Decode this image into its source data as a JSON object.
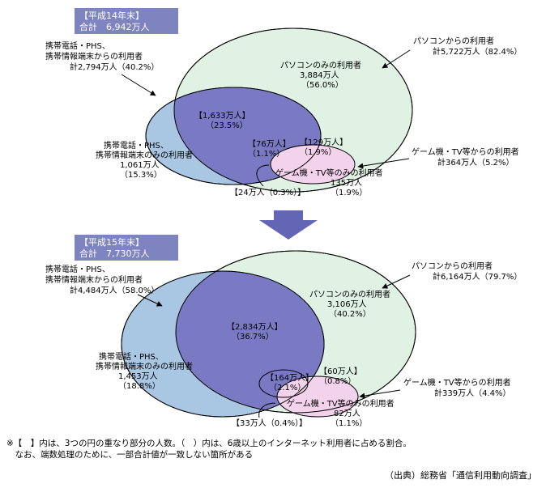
{
  "panels": [
    {
      "header": {
        "year": "【平成14年末】",
        "total": "合計　6,942万人"
      },
      "pc_total": {
        "line1": "パソコンからの利用者",
        "line2": "計5,722万人（82.4%）"
      },
      "pc_only": {
        "line1": "パソコンのみの利用者",
        "line2": "3,884万人",
        "line3": "（56.0%）"
      },
      "mobile_total": {
        "line1": "携帯電話・PHS、",
        "line2": "携帯情報端末からの利用者",
        "line3": "計2,794万人（40.2%）"
      },
      "mobile_only": {
        "line1": "携帯電話・PHS、",
        "line2": "携帯情報端末のみの利用者",
        "line3": "1,061万人",
        "line4": "（15.3%）"
      },
      "pc_mobile": {
        "line1": "【1,633万人】",
        "line2": "（23.5%）"
      },
      "triple": {
        "line1": "【76万人】",
        "line2": "（1.1%）"
      },
      "pc_game": {
        "line1": "【129万人】",
        "line2": "（1.9%）"
      },
      "game_total": {
        "line1": "ゲーム機・TV等からの利用者",
        "line2": "計364万人（5.2%）"
      },
      "game_only": {
        "line1": "ゲーム機・TV等のみの利用者",
        "line2": "135万人",
        "line3": "（1.9%）"
      },
      "mobile_game": {
        "line1": "【24万人（0.3%）】"
      }
    },
    {
      "header": {
        "year": "【平成15年末】",
        "total": "合計　7,730万人"
      },
      "pc_total": {
        "line1": "パソコンからの利用者",
        "line2": "計6,164万人（79.7%）"
      },
      "pc_only": {
        "line1": "パソコンのみの利用者",
        "line2": "3,106万人",
        "line3": "（40.2%）"
      },
      "mobile_total": {
        "line1": "携帯電話・PHS、",
        "line2": "携帯情報端末からの利用者",
        "line3": "計4,484万人（58.0%）"
      },
      "mobile_only": {
        "line1": "携帯電話・PHS、",
        "line2": "携帯情報端末のみの利用者",
        "line3": "1,453万人",
        "line4": "（18.8%）"
      },
      "pc_mobile": {
        "line1": "【2,834万人】",
        "line2": "（36.7%）"
      },
      "triple": {
        "line1": "【164万人】",
        "line2": "（2.1%）"
      },
      "pc_game": {
        "line1": "【60万人】",
        "line2": "（0.8%）"
      },
      "game_total": {
        "line1": "ゲーム機・TV等からの利用者",
        "line2": "計339万人（4.4%）"
      },
      "game_only": {
        "line1": "ゲーム機・TV等のみの利用者",
        "line2": "82万人",
        "line3": "（1.1%）"
      },
      "mobile_game": {
        "line1": "【33万人（0.4%）】"
      }
    }
  ],
  "note": {
    "line1": "※【　】内は、3つの円の重なり部分の人数。（　）内は、6歳以上のインターネット利用者に占める割合。",
    "line2": "　なお、端数処理のために、一部合計値が一致しない箇所がある"
  },
  "source": "（出典）総務省「通信利用動向調査」",
  "colors": {
    "pc": "#dff2e3",
    "mobile": "#a9c6e2",
    "overlap": "#7a7ac4",
    "game": "#f3d3ec",
    "header_bg": "#7e84c0",
    "arrow": "#6266b4"
  }
}
